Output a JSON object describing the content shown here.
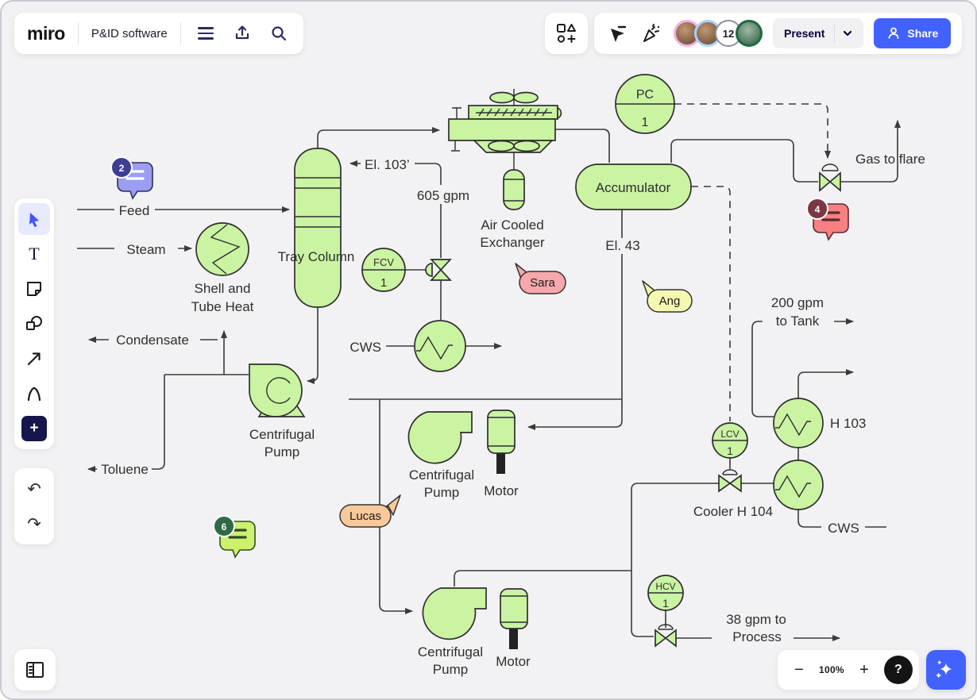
{
  "colors": {
    "accent_blue": "#4262ff",
    "canvas_bg": "#f2f2f4",
    "equipment_fill": "#caf3a2",
    "equipment_stroke": "#2f2f2f",
    "cursor_sara": "#f8a8ad",
    "cursor_ang": "#f5f8b0",
    "cursor_lucas": "#f9c89b",
    "comment_purple": "#9b9df1",
    "comment_red": "#f88080",
    "comment_green": "#cdf06d"
  },
  "header": {
    "logo": "miro",
    "board_title": "P&ID software"
  },
  "top_right": {
    "participant_count": "12",
    "present_label": "Present",
    "share_label": "Share"
  },
  "toolbar": {
    "text_tool_glyph": "T",
    "add_tool_glyph": "+",
    "undo_glyph": "↶",
    "redo_glyph": "↷"
  },
  "zoom_controls": {
    "zoom_out": "−",
    "level": "100%",
    "zoom_in": "+",
    "help": "?",
    "ai_sparkle": "✦",
    "ai_sparkle_small": "✦"
  },
  "comments": {
    "purple_count": "2",
    "red_count": "4",
    "green_count": "6"
  },
  "cursors": {
    "sara": "Sara",
    "ang": "Ang",
    "lucas": "Lucas"
  },
  "diagram": {
    "labels": {
      "feed": "Feed",
      "steam": "Steam",
      "shell_tube_line1": "Shell and",
      "shell_tube_line2": "Tube Heat",
      "tray_column": "Tray Column",
      "el_103": "El. 103’",
      "gpm_605": "605 gpm",
      "air_cooled_line1": "Air Cooled",
      "air_cooled_line2": "Exchanger",
      "accumulator": "Accumulator",
      "el_43": "El. 43",
      "gas_to_flare": "Gas to flare",
      "cws_mid": "CWS",
      "cws_right": "CWS",
      "condensate": "Condensate",
      "toluene": "Toluene",
      "pump1_line1": "Centrifugal",
      "pump1_line2": "Pump",
      "pump2_line1": "Centrifugal",
      "pump2_line2": "Pump",
      "pump3_line1": "Centrifugal",
      "pump3_line2": "Pump",
      "motor_mid": "Motor",
      "motor_bottom": "Motor",
      "tank_line1": "200 gpm",
      "tank_line2": "to Tank",
      "h103": "H 103",
      "cooler_h104": "Cooler H 104",
      "process_line1": "38 gpm to",
      "process_line2": "Process"
    },
    "instruments": {
      "pc_tag": "PC",
      "pc_no": "1",
      "fcv_tag": "FCV",
      "fcv_no": "1",
      "lcv_tag": "LCV",
      "lcv_no": "1",
      "hcv_tag": "HCV",
      "hcv_no": "1"
    }
  }
}
